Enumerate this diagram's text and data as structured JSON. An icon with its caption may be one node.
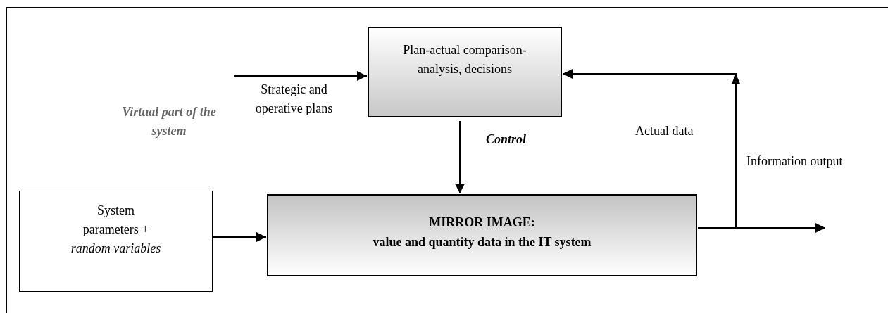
{
  "diagram": {
    "nodes": [
      {
        "text": [
          "Plan-actual comparison-analysis, decisions"
        ]
      },
      {
        "text": [
          "MIRROR IMAGE:",
          "value and quantity data in the IT system"
        ]
      },
      {
        "text": [
          "System parameters + *random variables*"
        ]
      }
    ],
    "edges": [
      {
        "from": null,
        "to": 0,
        "arrow": "to",
        "label": "Strategic and operative plans"
      },
      {
        "from": 0,
        "to": 1,
        "arrow": "to",
        "label": "Control"
      },
      {
        "from": 2,
        "to": 1,
        "arrow": "to"
      },
      {
        "from": 1,
        "to": 0,
        "arrow": "to",
        "label": "Actual data"
      },
      {
        "from": 1,
        "to": null,
        "arrow": "to"
      }
    ],
    "labels": [
      "Virtual part of the system",
      "Information output"
    ]
  }
}
